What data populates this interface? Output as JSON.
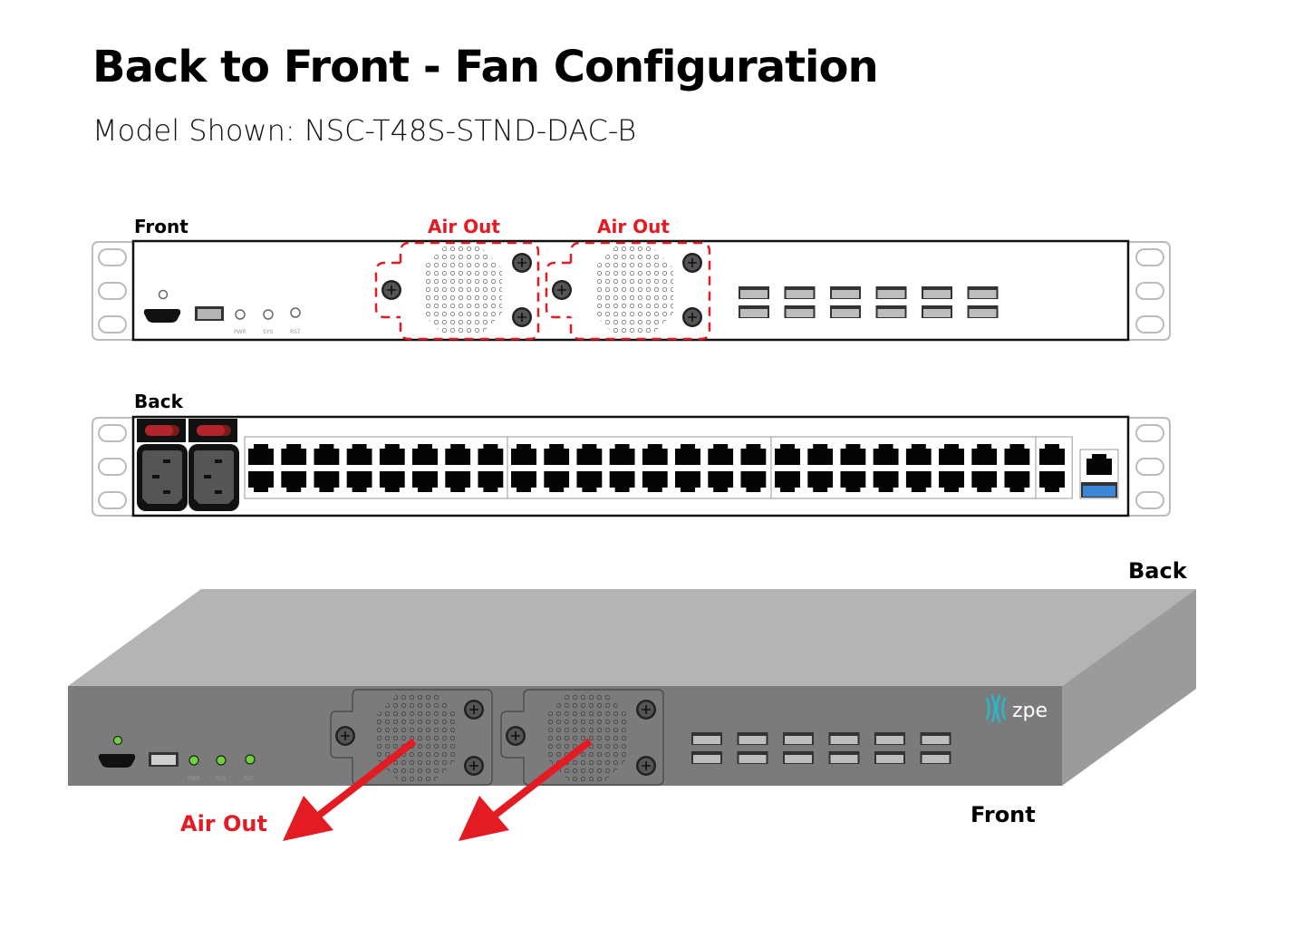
{
  "title": "Back to Front - Fan Configuration",
  "subtitle": "Model Shown: NSC-T48S-STND-DAC-B",
  "front_view": {
    "label": "Front",
    "fan_labels": [
      "Air Out",
      "Air Out"
    ],
    "led_labels": [
      "PWR",
      "SYS",
      "RST"
    ],
    "sfp_port_columns": 6,
    "sfp_port_rows": 2
  },
  "back_view": {
    "label": "Back",
    "power_inlets": 2,
    "rj45_groups": [
      8,
      8,
      8,
      1
    ],
    "rj45_rows": 2
  },
  "iso_view": {
    "back_label": "Back",
    "front_label": "Front",
    "air_out_label": "Air Out",
    "brand": "zpe",
    "led_labels": [
      "PWR",
      "SYS",
      "RST"
    ]
  },
  "colors": {
    "accent_red": "#e31b23",
    "led_green": "#6fd23a",
    "brand_teal": "#29b6c8",
    "usb_blue": "#3b86d6",
    "chassis_front": "#7b7b7c",
    "chassis_top": "#b4b4b4",
    "chassis_side": "#9b9b9b"
  }
}
